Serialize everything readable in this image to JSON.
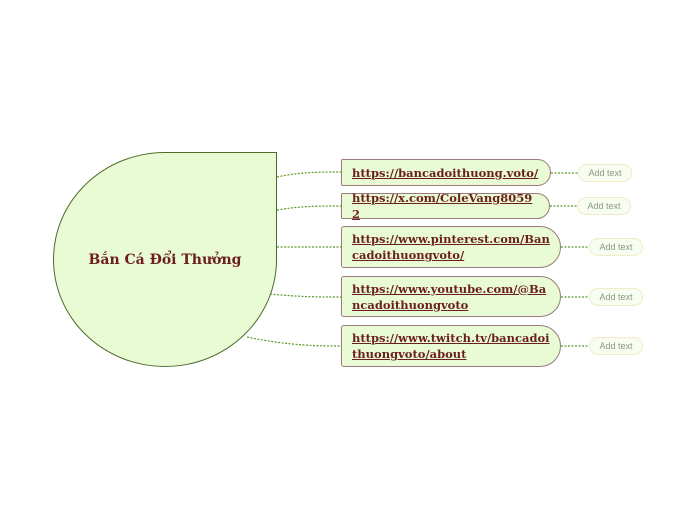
{
  "central": {
    "title": "Bắn Cá Đổi Thưởng"
  },
  "links": [
    {
      "label": "https://bancadoithuong.voto/",
      "add": "Add text"
    },
    {
      "label": "https://x.com/ColeVang80592",
      "add": "Add text"
    },
    {
      "label": "https://www.pinterest.com/Bancadoithuongvoto/",
      "add": "Add text"
    },
    {
      "label": "https://www.youtube.com/@Bancadoithuongvoto",
      "add": "Add text"
    },
    {
      "label": "https://www.twitch.tv/bancadoithuongvoto/about",
      "add": "Add text"
    }
  ],
  "colors": {
    "node_fill": "#e8fbd5",
    "text": "#6b1f1f",
    "connector": "#5a9a2a"
  }
}
